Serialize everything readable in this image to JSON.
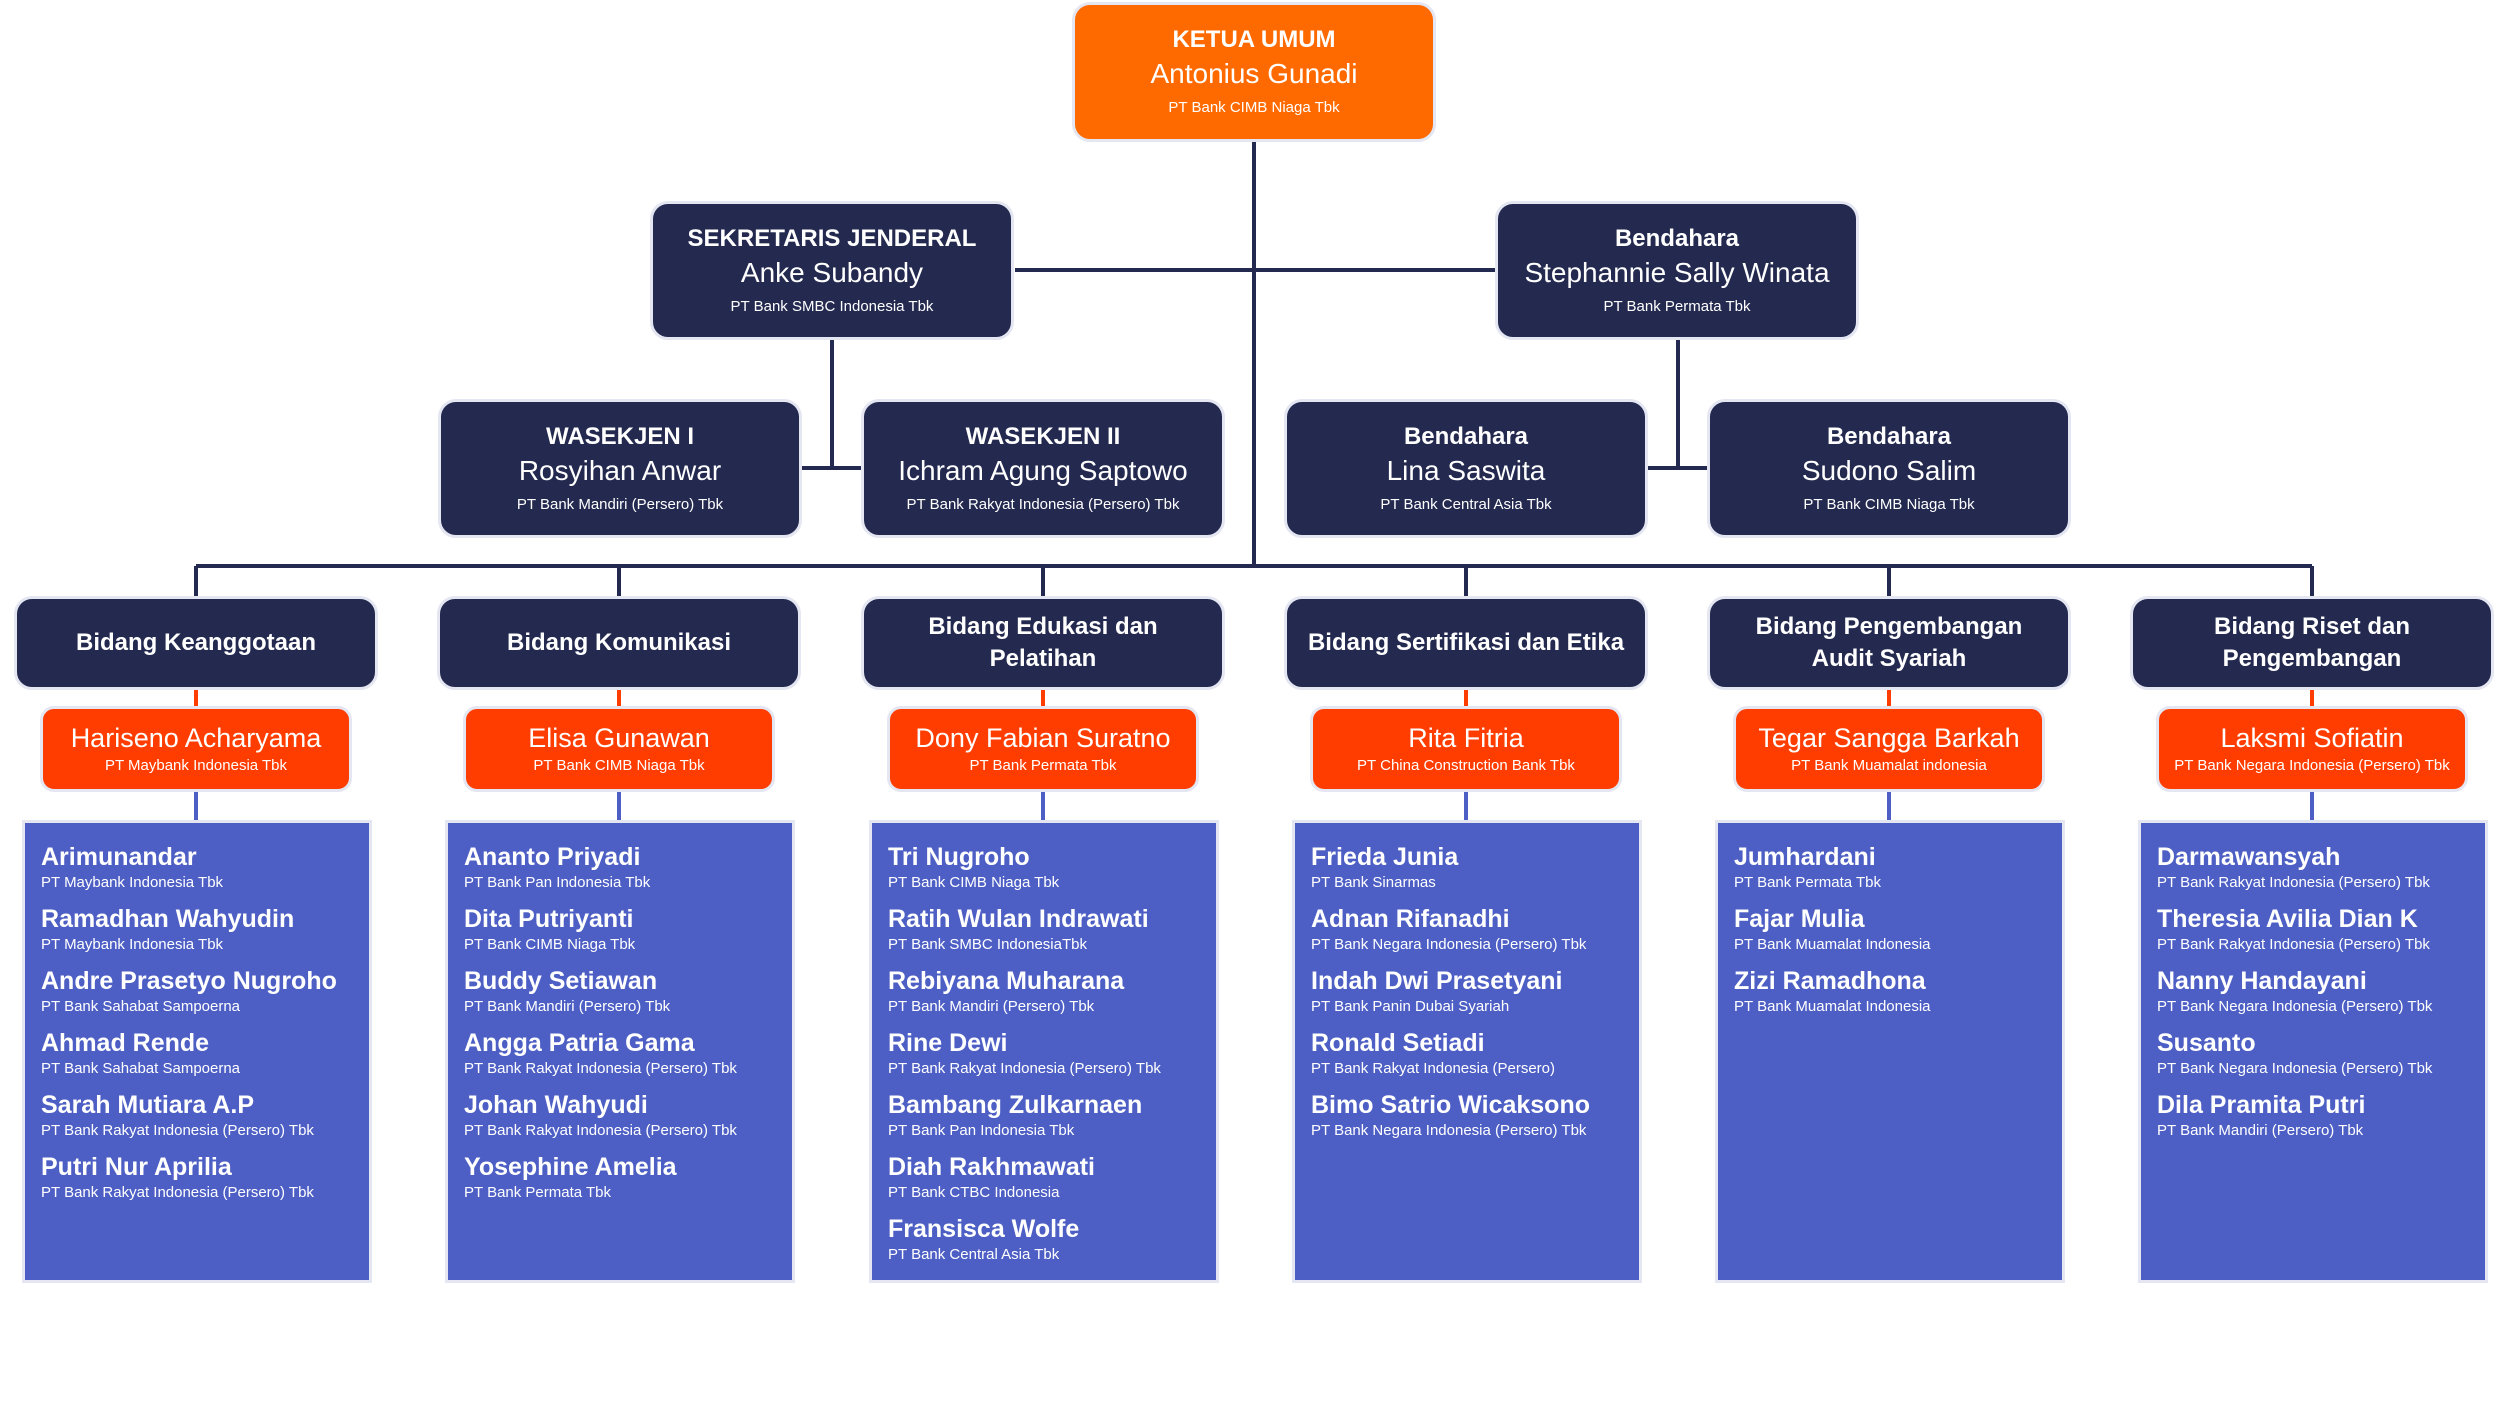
{
  "colors": {
    "navy": "#23294f",
    "orange": "#ff6a00",
    "red": "#ff3d00",
    "panel": "#4d5fc4",
    "line": "#23294f",
    "connector_red": "#ff3d00",
    "connector_blue": "#4d5fc4"
  },
  "ketua": {
    "role": "KETUA UMUM",
    "name": "Antonius Gunadi",
    "bank": "PT Bank CIMB Niaga Tbk"
  },
  "sekjen": {
    "role": "SEKRETARIS JENDERAL",
    "name": "Anke Subandy",
    "bank": "PT Bank SMBC Indonesia Tbk"
  },
  "bendahara": {
    "role": "Bendahara",
    "name": "Stephannie Sally Winata",
    "bank": "PT Bank Permata Tbk"
  },
  "wasekjen1": {
    "role": "WASEKJEN I",
    "name": "Rosyihan Anwar",
    "bank": "PT Bank Mandiri (Persero) Tbk"
  },
  "wasekjen2": {
    "role": "WASEKJEN II",
    "name": "Ichram Agung Saptowo",
    "bank": "PT Bank Rakyat Indonesia (Persero) Tbk"
  },
  "bendahara2": {
    "role": "Bendahara",
    "name": "Lina Saswita",
    "bank": "PT Bank Central Asia Tbk"
  },
  "bendahara3": {
    "role": "Bendahara",
    "name": "Sudono Salim",
    "bank": "PT Bank CIMB Niaga Tbk"
  },
  "divisions": [
    {
      "title": "Bidang Keanggotaan",
      "head": {
        "name": "Hariseno Acharyama",
        "bank": "PT Maybank Indonesia Tbk"
      },
      "members": [
        {
          "name": "Arimunandar",
          "bank": "PT Maybank Indonesia Tbk"
        },
        {
          "name": "Ramadhan Wahyudin",
          "bank": "PT Maybank Indonesia Tbk"
        },
        {
          "name": "Andre Prasetyo Nugroho",
          "bank": "PT Bank Sahabat Sampoerna"
        },
        {
          "name": "Ahmad Rende",
          "bank": "PT Bank Sahabat Sampoerna"
        },
        {
          "name": "Sarah Mutiara A.P",
          "bank": "PT Bank Rakyat Indonesia (Persero) Tbk"
        },
        {
          "name": "Putri Nur Aprilia",
          "bank": "PT Bank Rakyat Indonesia (Persero) Tbk"
        }
      ]
    },
    {
      "title": "Bidang Komunikasi",
      "head": {
        "name": "Elisa Gunawan",
        "bank": "PT Bank CIMB Niaga Tbk"
      },
      "members": [
        {
          "name": "Ananto Priyadi",
          "bank": "PT Bank Pan Indonesia Tbk"
        },
        {
          "name": "Dita Putriyanti",
          "bank": "PT Bank CIMB Niaga Tbk"
        },
        {
          "name": "Buddy Setiawan",
          "bank": "PT Bank Mandiri (Persero) Tbk"
        },
        {
          "name": "Angga Patria Gama",
          "bank": "PT Bank Rakyat Indonesia (Persero) Tbk"
        },
        {
          "name": "Johan Wahyudi",
          "bank": "PT Bank Rakyat Indonesia (Persero) Tbk"
        },
        {
          "name": "Yosephine Amelia",
          "bank": "PT Bank Permata Tbk"
        }
      ]
    },
    {
      "title": "Bidang Edukasi dan Pelatihan",
      "head": {
        "name": "Dony Fabian Suratno",
        "bank": "PT Bank Permata Tbk"
      },
      "members": [
        {
          "name": "Tri Nugroho",
          "bank": "PT Bank CIMB Niaga Tbk"
        },
        {
          "name": "Ratih Wulan Indrawati",
          "bank": "PT Bank SMBC IndonesiaTbk"
        },
        {
          "name": "Rebiyana Muharana",
          "bank": "PT Bank Mandiri (Persero) Tbk"
        },
        {
          "name": "Rine Dewi",
          "bank": "PT Bank Rakyat Indonesia (Persero) Tbk"
        },
        {
          "name": "Bambang Zulkarnaen",
          "bank": "PT Bank Pan Indonesia Tbk"
        },
        {
          "name": "Diah Rakhmawati",
          "bank": "PT Bank CTBC Indonesia"
        },
        {
          "name": "Fransisca Wolfe",
          "bank": "PT Bank Central Asia Tbk"
        }
      ]
    },
    {
      "title": "Bidang Sertifikasi dan Etika",
      "head": {
        "name": "Rita Fitria",
        "bank": "PT China Construction Bank Tbk"
      },
      "members": [
        {
          "name": "Frieda Junia",
          "bank": "PT Bank Sinarmas"
        },
        {
          "name": "Adnan Rifanadhi",
          "bank": "PT Bank Negara Indonesia (Persero) Tbk"
        },
        {
          "name": "Indah Dwi Prasetyani",
          "bank": "PT Bank Panin Dubai Syariah"
        },
        {
          "name": "Ronald Setiadi",
          "bank": "PT Bank Rakyat Indonesia (Persero)"
        },
        {
          "name": "Bimo Satrio Wicaksono",
          "bank": "PT Bank Negara Indonesia (Persero) Tbk"
        }
      ]
    },
    {
      "title": "Bidang Pengembangan Audit Syariah",
      "head": {
        "name": "Tegar Sangga Barkah",
        "bank": "PT Bank Muamalat indonesia"
      },
      "members": [
        {
          "name": "Jumhardani",
          "bank": "PT Bank Permata Tbk"
        },
        {
          "name": "Fajar Mulia",
          "bank": "PT Bank Muamalat Indonesia"
        },
        {
          "name": "Zizi Ramadhona",
          "bank": "PT Bank Muamalat Indonesia"
        }
      ]
    },
    {
      "title": "Bidang Riset dan Pengembangan",
      "head": {
        "name": "Laksmi Sofiatin",
        "bank": "PT Bank Negara Indonesia (Persero) Tbk"
      },
      "members": [
        {
          "name": "Darmawansyah",
          "bank": "PT Bank Rakyat Indonesia (Persero) Tbk"
        },
        {
          "name": "Theresia Avilia Dian K",
          "bank": "PT Bank Rakyat Indonesia (Persero) Tbk"
        },
        {
          "name": "Nanny Handayani",
          "bank": "PT Bank Negara Indonesia (Persero) Tbk"
        },
        {
          "name": "Susanto",
          "bank": "PT Bank Negara Indonesia (Persero) Tbk"
        },
        {
          "name": "Dila Pramita Putri",
          "bank": "PT Bank Mandiri (Persero) Tbk"
        }
      ]
    }
  ]
}
